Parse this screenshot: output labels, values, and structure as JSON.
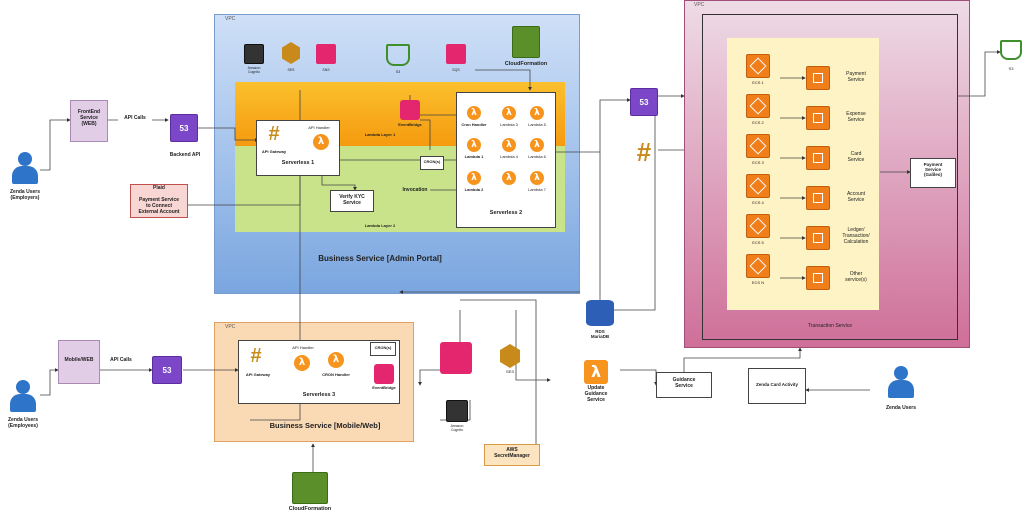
{
  "vpc_label": "VPC",
  "admin": {
    "title": "Business Service [Admin Portal]",
    "layer1": "Lambda Layer 1",
    "layer2": "Lambda Layer 2",
    "serverless1": {
      "title": "Serverless 1",
      "api_gateway": "API Gateway",
      "api_handler": "API Handler"
    },
    "serverless2": {
      "title": "Serverless 2",
      "cron_handler": "Cron Handler",
      "lambdas": [
        "Lambda 1",
        "Lambda 2",
        "Lambda 3",
        "Lambda 4",
        "Lambda 5",
        "Lambda 6",
        "Lambda 7"
      ]
    },
    "eventbridge": "EventBridge",
    "cron": "CRON(s)",
    "invocation": "Invocation",
    "verify_kyc": "Verify KYC\nService",
    "top_icons": [
      "Amazon\nCognito",
      "SES",
      "SNS",
      "S3",
      "SQS"
    ],
    "cloudformation": "CloudFormation"
  },
  "left_web": {
    "users": "Zenda Users\n(Employers)",
    "frontend": "FrontEnd\nService\n(WEB)",
    "api_calls": "API Calls",
    "backend_api": "Backend API",
    "plaid_title": "Plaid",
    "plaid_desc": "Payment Service\nto Connect\nExternal Account"
  },
  "mobile": {
    "users": "Zenda Users\n(Employees)",
    "mobile_web": "Mobile/WEB",
    "api_calls": "API Calls",
    "title": "Business Service [Mobile/Web]",
    "serverless3": {
      "title": "Serverless 3",
      "api_gateway": "API Gateway",
      "api_handler": "API Handler",
      "cron_handler": "CRON Handler"
    },
    "cron": "CRON(s)",
    "eventbridge": "EventBridge",
    "cognito": "Amazon\nCognito",
    "ses": "SES",
    "secret_manager": "AWS\nSecretManager",
    "cloudformation": "CloudFormation"
  },
  "center": {
    "rds": "RDS\nMariaDB",
    "update_guidance": "Update\nGuidance\nService",
    "guidance": "Guidance\nService",
    "card_activity": "Zenda Card Activity",
    "users": "Zenda Users"
  },
  "transaction": {
    "title": "Transaction Service",
    "ecs": [
      "ECS 1",
      "ECS 2",
      "ECS 3",
      "ECS 4",
      "ECS 5",
      "ECS N"
    ],
    "services": [
      "Payment\nService",
      "Expense\nService",
      "Card\nService",
      "Account\nService",
      "Ledger/\nTransaction/\nCalculation",
      "Other\nservice(s)"
    ],
    "payment_gateway": "Payment\nService\n(Galileo)",
    "s3": "S3"
  },
  "colors": {
    "lambda": "#f7941d",
    "route53": "#7b46c8",
    "admin_vpc": "#b5cdf0",
    "mobile_vpc": "#fad9b5",
    "txn_vpc": "#d88aa9",
    "layer1": "#f9a825",
    "layer2": "#c8e38a"
  }
}
